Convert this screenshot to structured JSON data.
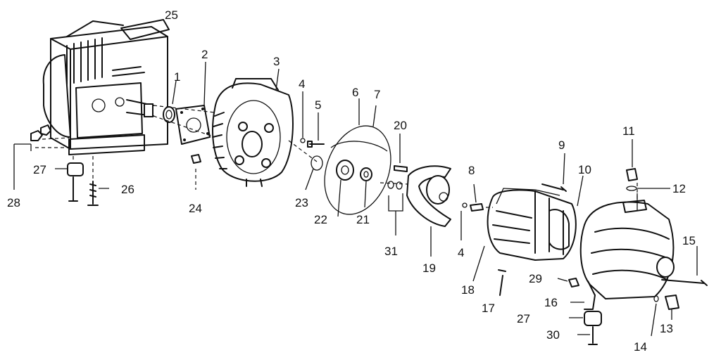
{
  "callouts": [
    {
      "id": "c25",
      "text": "25"
    },
    {
      "id": "c2",
      "text": "2"
    },
    {
      "id": "c3",
      "text": "3"
    },
    {
      "id": "c1",
      "text": "1"
    },
    {
      "id": "c4a",
      "text": "4"
    },
    {
      "id": "c5",
      "text": "5"
    },
    {
      "id": "c6",
      "text": "6"
    },
    {
      "id": "c7",
      "text": "7"
    },
    {
      "id": "c20",
      "text": "20"
    },
    {
      "id": "c11",
      "text": "11"
    },
    {
      "id": "c9",
      "text": "9"
    },
    {
      "id": "c10",
      "text": "10"
    },
    {
      "id": "c8",
      "text": "8"
    },
    {
      "id": "c12",
      "text": "12"
    },
    {
      "id": "c27a",
      "text": "27"
    },
    {
      "id": "c26",
      "text": "26"
    },
    {
      "id": "c28",
      "text": "28"
    },
    {
      "id": "c24",
      "text": "24"
    },
    {
      "id": "c23",
      "text": "23"
    },
    {
      "id": "c22",
      "text": "22"
    },
    {
      "id": "c21",
      "text": "21"
    },
    {
      "id": "c31",
      "text": "31"
    },
    {
      "id": "c19",
      "text": "19"
    },
    {
      "id": "c4b",
      "text": "4"
    },
    {
      "id": "c18",
      "text": "18"
    },
    {
      "id": "c17",
      "text": "17"
    },
    {
      "id": "c15",
      "text": "15"
    },
    {
      "id": "c29",
      "text": "29"
    },
    {
      "id": "c16",
      "text": "16"
    },
    {
      "id": "c27b",
      "text": "27"
    },
    {
      "id": "c13",
      "text": "13"
    },
    {
      "id": "c30",
      "text": "30"
    },
    {
      "id": "c14",
      "text": "14"
    }
  ]
}
